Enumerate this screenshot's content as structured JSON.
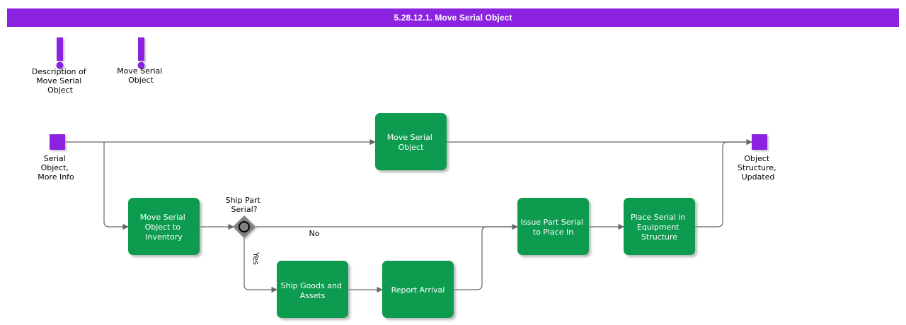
{
  "header": {
    "title": "5.28.12.1. Move Serial Object",
    "bg_color": "#8A22E0",
    "text_color": "#ffffff"
  },
  "palette": {
    "process_green": "#0D9B4F",
    "node_purple": "#8A22E0",
    "decision_gray": "#808080",
    "connector_gray": "#666666",
    "background": "#ffffff"
  },
  "annotations": [
    {
      "id": "annotation-description",
      "icon": "exclamation-icon",
      "label": "Description of\nMove Serial\nObject",
      "lines": [
        "Description of",
        "Move Serial",
        "Object"
      ]
    },
    {
      "id": "annotation-move-serial-object",
      "icon": "exclamation-icon",
      "label": "Move Serial\nObject",
      "lines": [
        "Move Serial",
        "Object"
      ]
    }
  ],
  "terminals": [
    {
      "id": "start-node",
      "type": "start",
      "shape": "square",
      "color": "#8A22E0",
      "lines": [
        "Serial",
        "Object,",
        "More Info"
      ]
    },
    {
      "id": "end-node",
      "type": "end",
      "shape": "square",
      "color": "#8A22E0",
      "lines": [
        "Object",
        "Structure,",
        "Updated"
      ]
    }
  ],
  "process_nodes": [
    {
      "id": "move-serial-object",
      "lines": [
        "Move Serial",
        "Object"
      ]
    },
    {
      "id": "move-serial-object-to-inventory",
      "lines": [
        "Move Serial",
        "Object to",
        "Inventory"
      ]
    },
    {
      "id": "ship-goods-and-assets",
      "lines": [
        "Ship Goods and",
        "Assets"
      ]
    },
    {
      "id": "report-arrival",
      "lines": [
        "Report Arrival"
      ]
    },
    {
      "id": "issue-part-serial-to-place-in",
      "lines": [
        "Issue Part Serial",
        "to Place In"
      ]
    },
    {
      "id": "place-serial-in-equipment-structure",
      "lines": [
        "Place Serial in",
        "Equipment",
        "Structure"
      ]
    }
  ],
  "decision_nodes": [
    {
      "id": "ship-part-serial-decision",
      "shape": "diamond",
      "lines": [
        "Ship Part",
        "Serial?"
      ],
      "branches": [
        "Yes",
        "No"
      ]
    }
  ],
  "edge_labels": {
    "yes": "Yes",
    "no": "No"
  }
}
